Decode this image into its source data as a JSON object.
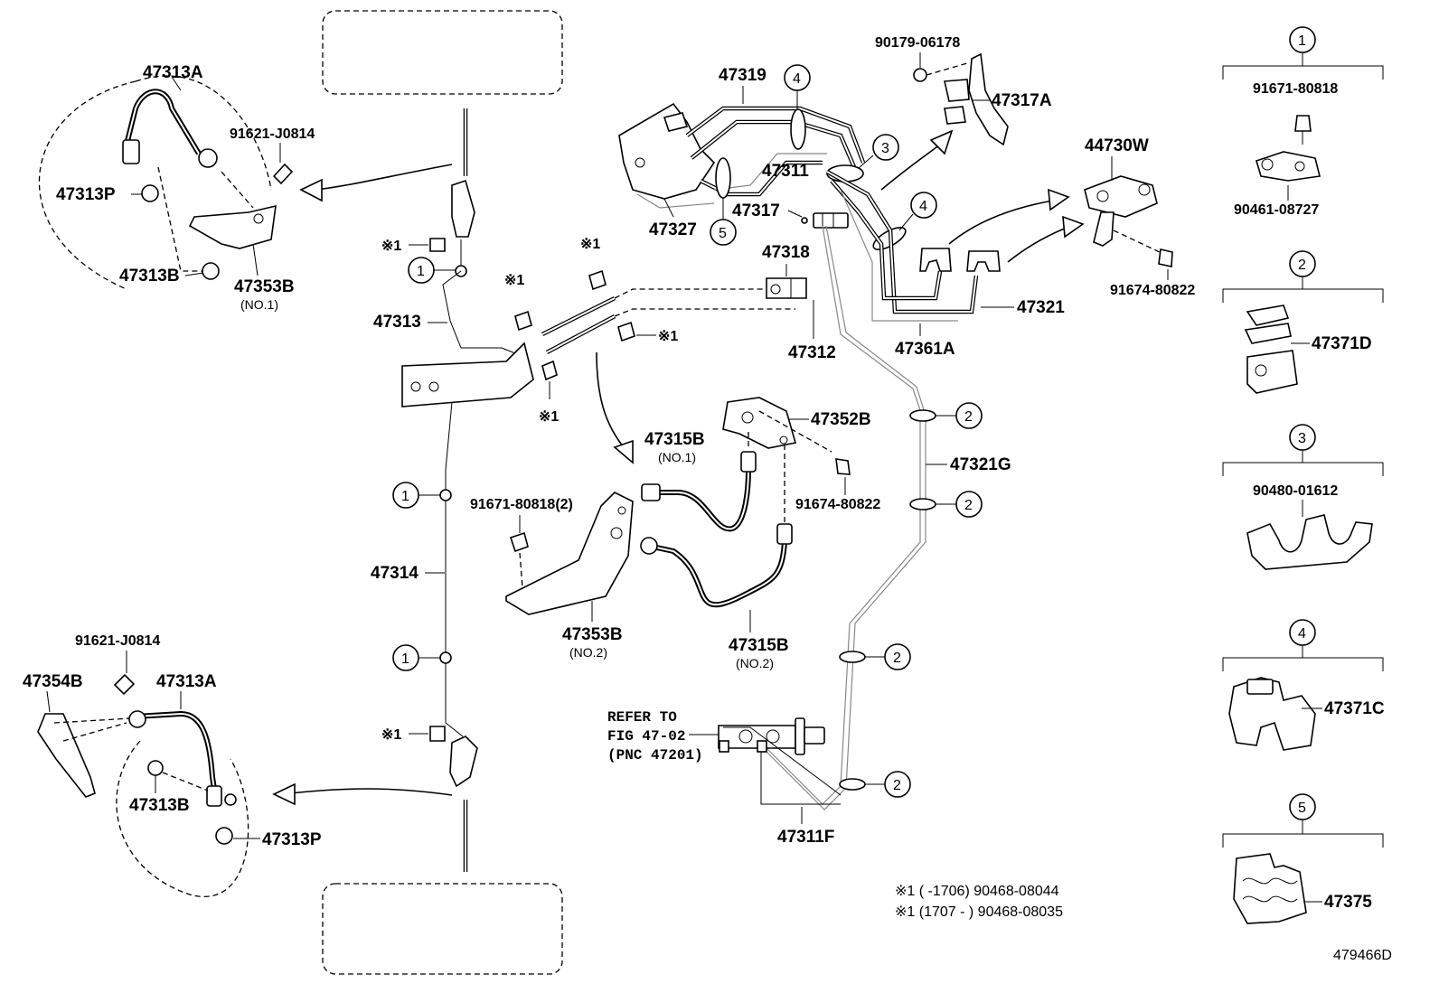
{
  "labels": {
    "p47313A_top": "47313A",
    "p91621_top": "91621-J0814",
    "p47313P_top": "47313P",
    "p47313B_top": "47313B",
    "p47353B_top": "47353B",
    "p47353B_top_sub": "(NO.1)",
    "p47313": "47313",
    "p47314": "47314",
    "p91621_bot": "91621-J0814",
    "p47354B": "47354B",
    "p47313A_bot": "47313A",
    "p47313B_bot": "47313B",
    "p47313P_bot": "47313P",
    "p47319": "47319",
    "p47311": "47311",
    "p47327": "47327",
    "p47317": "47317",
    "p47318": "47318",
    "p47312": "47312",
    "p90179": "90179-06178",
    "p47317A": "47317A",
    "p44730W": "44730W",
    "p91674_top": "91674-80822",
    "p47321": "47321",
    "p47361A": "47361A",
    "p47352B": "47352B",
    "p47315B_a": "47315B",
    "p47315B_a_sub": "(NO.1)",
    "p91674_mid": "91674-80822",
    "p91671_mid": "91671-80818(2)",
    "p47353B_mid": "47353B",
    "p47353B_mid_sub": "(NO.2)",
    "p47315B_b": "47315B",
    "p47315B_b_sub": "(NO.2)",
    "p47321G": "47321G",
    "refer_1": "REFER TO",
    "refer_2": "FIG 47-02",
    "refer_3": "(PNC 47201)",
    "p47311F": "47311F",
    "note_1": "※1 (      -1706) 90468-08044",
    "note_2": "※1 (1707 -      ) 90468-08035",
    "fig_code": "479466D",
    "star1": "※1"
  },
  "callouts": {
    "c1": "1",
    "c2": "2",
    "c3": "3",
    "c4": "4",
    "c5": "5"
  },
  "legend": {
    "g1_part_a": "91671-80818",
    "g1_part_b": "90461-08727",
    "g2_part": "47371D",
    "g3_part": "90480-01612",
    "g4_part": "47371C",
    "g5_part": "47375"
  }
}
